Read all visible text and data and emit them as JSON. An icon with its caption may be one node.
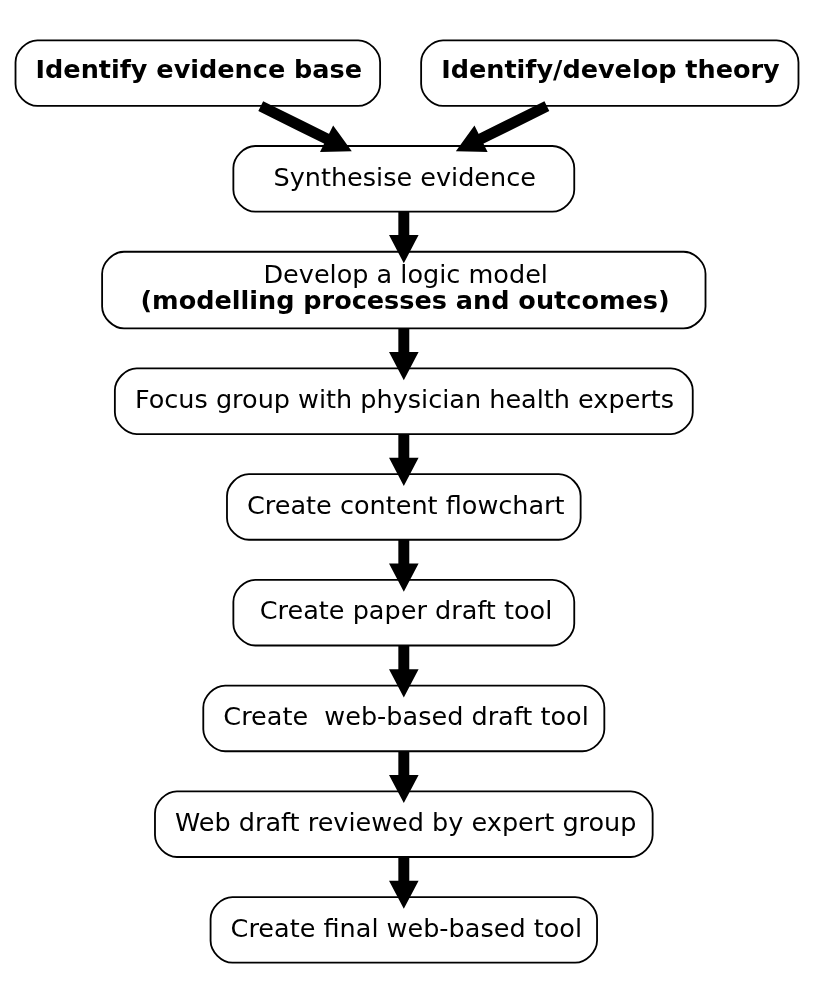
{
  "diagram": {
    "nodes": [
      {
        "text": [
          "Identify evidence base"
        ]
      },
      {
        "text": [
          "Identify/develop theory"
        ]
      },
      {
        "text": [
          "Synthesise evidence"
        ]
      },
      {
        "text": [
          "Develop a logic model",
          "(modelling processes and outcomes)"
        ]
      },
      {
        "text": [
          "Focus group with physician health experts"
        ]
      },
      {
        "text": [
          "Create content flowchart"
        ]
      },
      {
        "text": [
          "Create paper draft tool"
        ]
      },
      {
        "text": [
          "Create  web-based draft tool"
        ]
      },
      {
        "text": [
          "Web draft reviewed by expert group"
        ]
      },
      {
        "text": [
          "Create final web-based tool"
        ]
      }
    ],
    "edges": [
      {
        "from": 0,
        "to": 2,
        "arrow": "to"
      },
      {
        "from": 1,
        "to": 2,
        "arrow": "to"
      },
      {
        "from": 2,
        "to": 3,
        "arrow": "to"
      },
      {
        "from": 3,
        "to": 4,
        "arrow": "to"
      },
      {
        "from": 4,
        "to": 5,
        "arrow": "to"
      },
      {
        "from": 5,
        "to": 6,
        "arrow": "to"
      },
      {
        "from": 6,
        "to": 7,
        "arrow": "to"
      },
      {
        "from": 7,
        "to": 8,
        "arrow": "to"
      },
      {
        "from": 8,
        "to": 9,
        "arrow": "to"
      }
    ]
  }
}
